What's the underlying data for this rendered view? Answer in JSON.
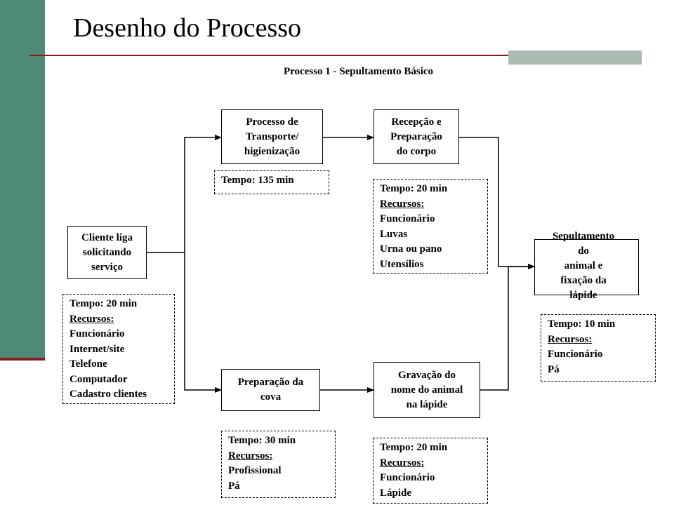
{
  "slide": {
    "title": "Desenho do Processo",
    "subtitle": "Processo 1 - Sepultamento Básico"
  },
  "steps": {
    "cliente": "Cliente liga\nsolicitando\nserviço",
    "transporte": "Processo de\nTransporte/\nhigienização",
    "recepcao": "Recepção e\nPreparação\ndo corpo",
    "cova": "Preparação da\ncova",
    "gravacao": "Gravação do\nnome do animal\nna lápide",
    "sepultamento": "Sepultamento\ndo\nanimal e\nfixação da\nlápide"
  },
  "notes": {
    "cliente": [
      "Tempo: 20 min",
      "Recursos:",
      "Funcionário",
      "Internet/site",
      "Telefone",
      "Computador",
      "Cadastro clientes"
    ],
    "transporte": [
      "Tempo: 135 min"
    ],
    "recepcao": [
      "Tempo: 20 min",
      "Recursos:",
      "Funcionário",
      "Luvas",
      "Urna ou pano",
      "Utensílios"
    ],
    "cova": [
      "Tempo: 30 min",
      "Recursos:",
      "Profissional",
      "Pá"
    ],
    "gravacao": [
      "Tempo: 20 min",
      "Recursos:",
      "Funcionário",
      "Lápide"
    ],
    "sepultamento": [
      "Tempo: 10 min",
      "Recursos:",
      "Funcionário",
      "Pá"
    ]
  },
  "colors": {
    "sidebar": "#4f8a78",
    "rule": "#8b1a1a",
    "accent": "#a8bcb2"
  }
}
